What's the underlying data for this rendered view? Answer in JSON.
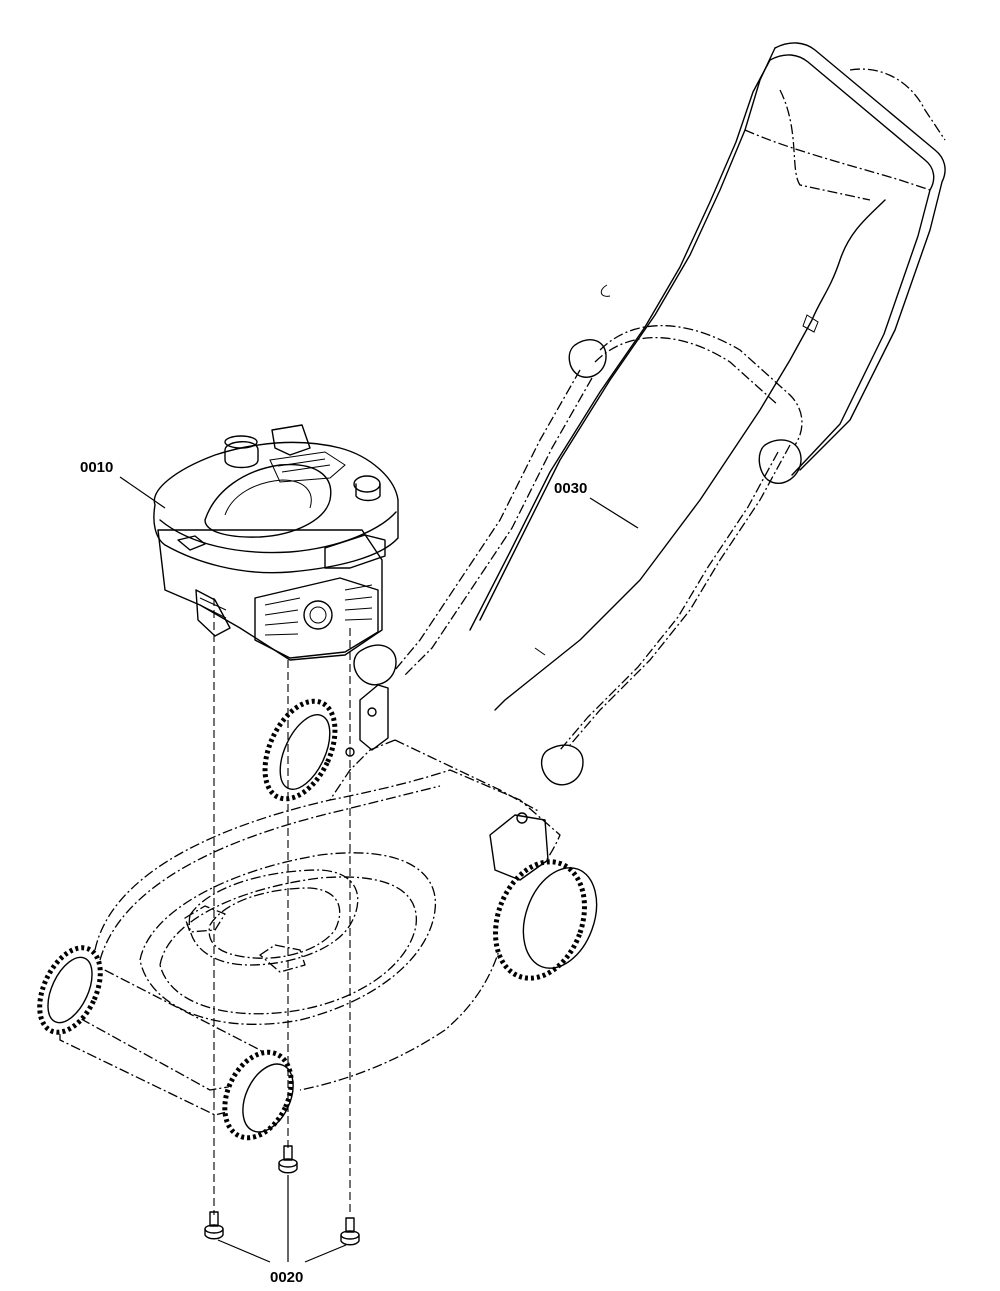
{
  "diagram": {
    "callouts": [
      {
        "id": "engine",
        "label": "0010"
      },
      {
        "id": "bolts",
        "label": "0020"
      },
      {
        "id": "cable",
        "label": "0030"
      }
    ]
  }
}
